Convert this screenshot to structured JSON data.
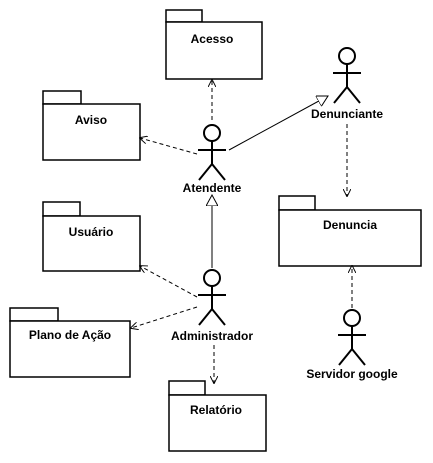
{
  "packages": {
    "acesso": "Acesso",
    "aviso": "Aviso",
    "usuario": "Usuário",
    "plano": "Plano de Ação",
    "relatorio": "Relatório",
    "denuncia": "Denuncia"
  },
  "actors": {
    "atendente": "Atendente",
    "denunciante": "Denunciante",
    "administrador": "Administrador",
    "servidor": "Servidor google"
  }
}
